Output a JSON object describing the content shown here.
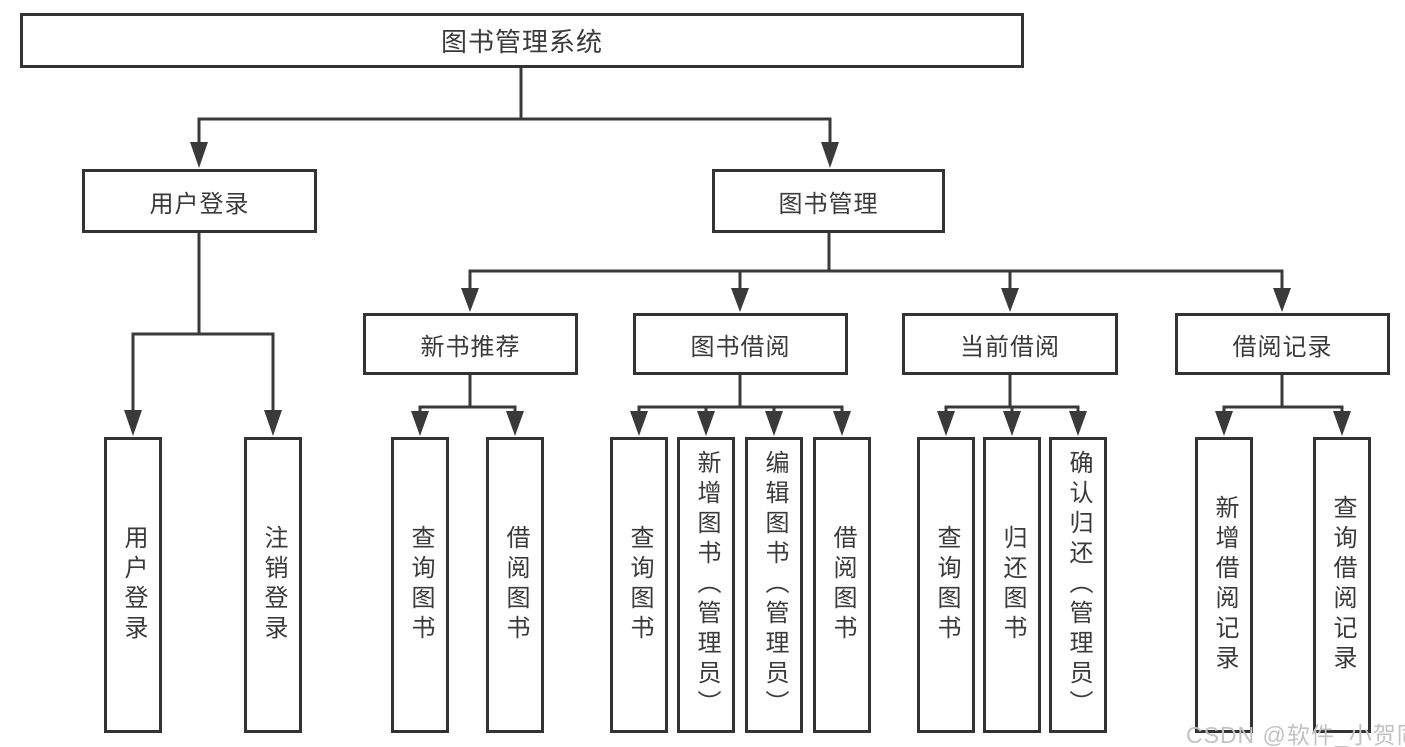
{
  "diagram": {
    "root": {
      "label": "图书管理系统"
    },
    "level2": [
      {
        "label": "用户登录"
      },
      {
        "label": "图书管理"
      }
    ],
    "level3": [
      {
        "label": "新书推荐"
      },
      {
        "label": "图书借阅"
      },
      {
        "label": "当前借阅"
      },
      {
        "label": "借阅记录"
      }
    ],
    "leaves": {
      "login": [
        {
          "label": "用户登录"
        },
        {
          "label": "注销登录"
        }
      ],
      "newbook": [
        {
          "label": "查询图书"
        },
        {
          "label": "借阅图书"
        }
      ],
      "borrow": [
        {
          "label": "查询图书"
        },
        {
          "label": "新增图书（管理员）"
        },
        {
          "label": "编辑图书（管理员）"
        },
        {
          "label": "借阅图书"
        }
      ],
      "current": [
        {
          "label": "查询图书"
        },
        {
          "label": "归还图书"
        },
        {
          "label": "确认归还（管理员）"
        }
      ],
      "records": [
        {
          "label": "新增借阅记录"
        },
        {
          "label": "查询借阅记录"
        }
      ]
    }
  },
  "watermark": {
    "text": "CSDN @软件_小贺同学"
  },
  "colors": {
    "line": "#3a3a3a",
    "box_border": "#333333",
    "box_background": "#ffffff",
    "label_text": "#3a3a3a",
    "watermark_text": "#c2c2c2",
    "page_background": "#ffffff"
  }
}
